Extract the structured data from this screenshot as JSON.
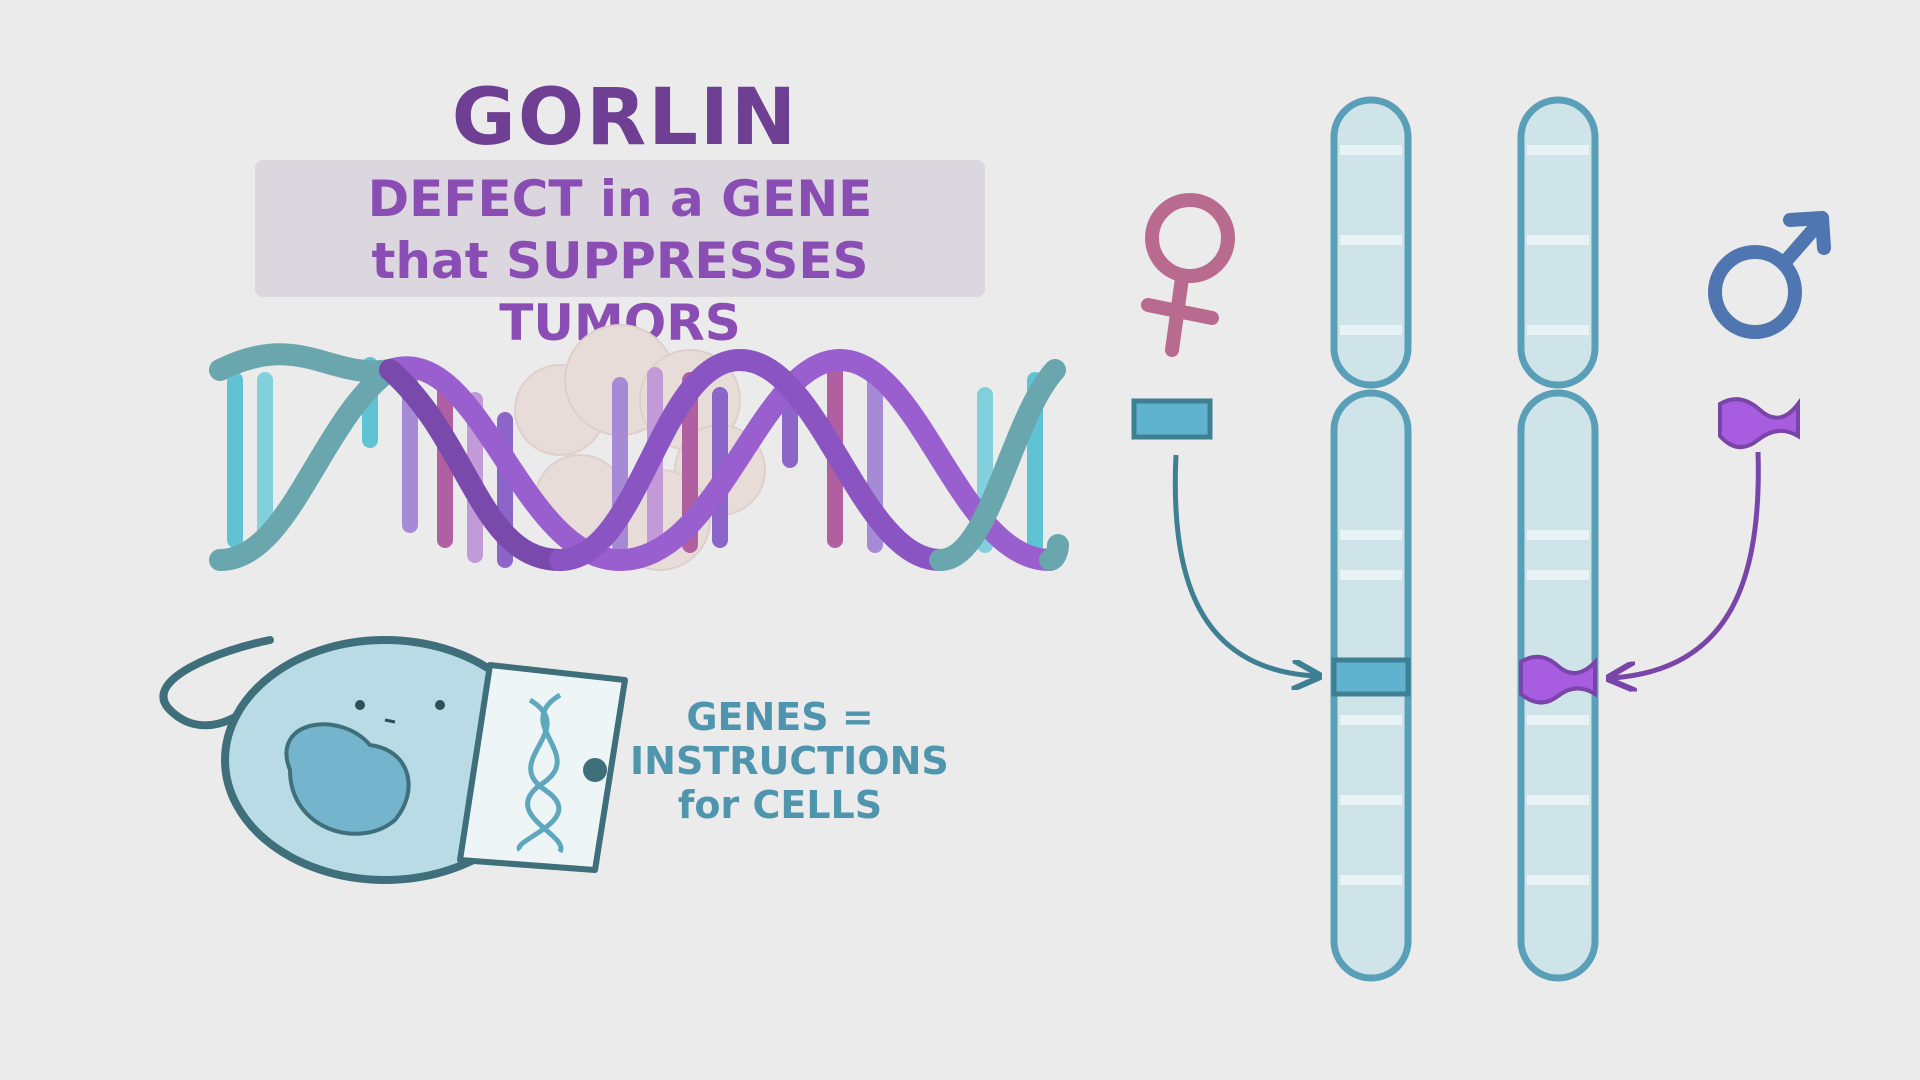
{
  "title": "GORLIN SYNDROME:",
  "subtitle": {
    "line1": "DEFECT in a GENE",
    "line2": "that SUPPRESSES TUMORS"
  },
  "genes_label": {
    "line1": "GENES =",
    "line2": "INSTRUCTIONS",
    "line3": "for CELLS"
  },
  "icons": {
    "female": "female-symbol-icon",
    "male": "male-symbol-icon"
  },
  "colors": {
    "background": "#ebebeb",
    "title": "#6e3f92",
    "subtitle_text": "#8a4db3",
    "subtitle_box": "#dcd7df",
    "chromosome_fill": "#cfe4e8",
    "chromosome_outline": "#5a9fb8",
    "female_symbol": "#b86b8e",
    "male_symbol": "#4f76b0",
    "normal_gene": "#5fb3cf",
    "mutated_gene": "#a85ce0",
    "dna_teal": "#5f9ea8",
    "dna_purple": "#9a5fce",
    "cell_fill": "#b8dbe6"
  }
}
